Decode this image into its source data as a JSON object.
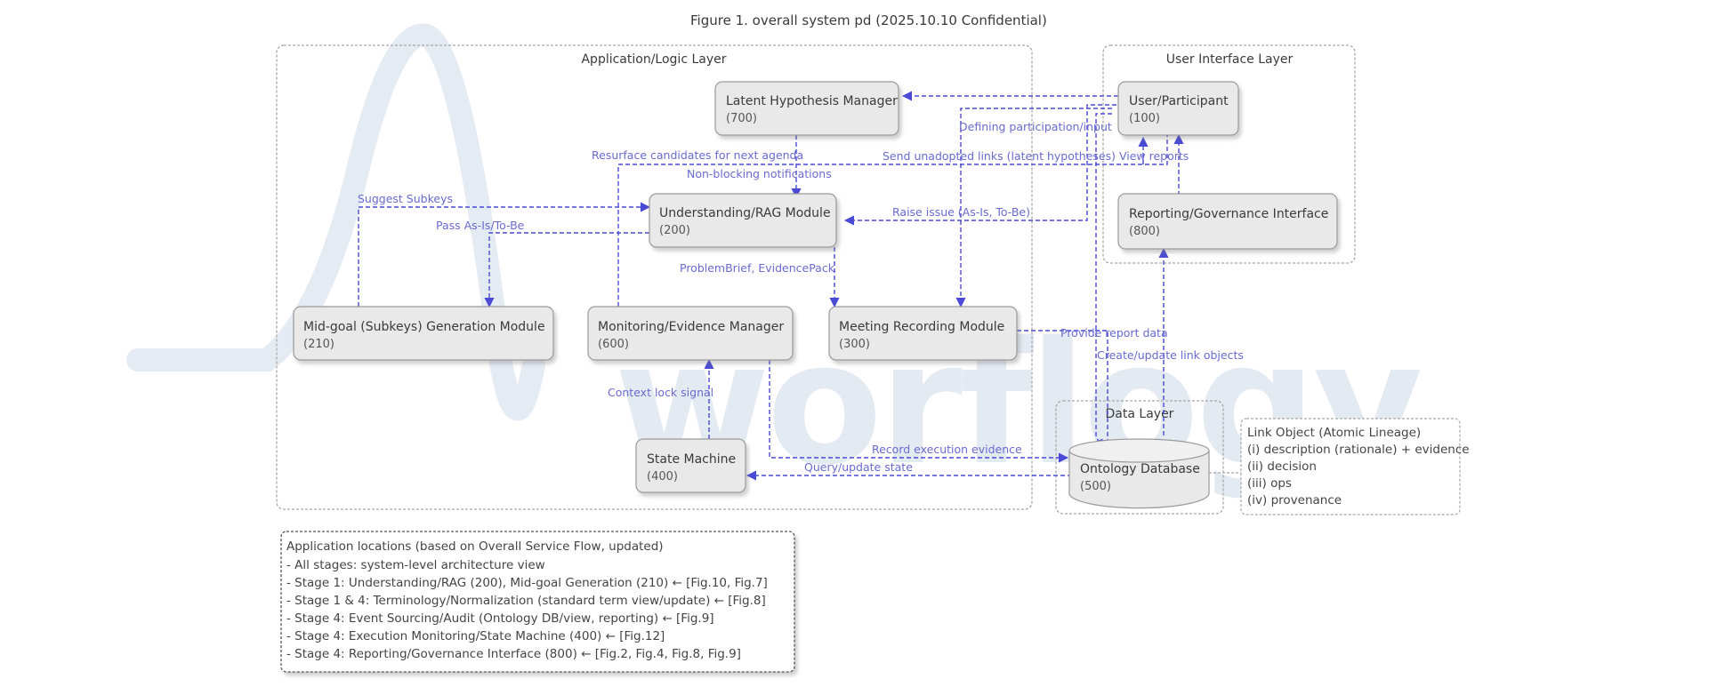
{
  "figure": {
    "title": "Figure 1. overall system pd (2025.10.10 Confidential)"
  },
  "watermark": {
    "text": "worflogy"
  },
  "layers": {
    "application": "Application/Logic Layer",
    "ui": "User Interface Layer",
    "data": "Data Layer"
  },
  "nodes": {
    "latent": {
      "name": "Latent Hypothesis Manager",
      "num": "(700)"
    },
    "user": {
      "name": "User/Participant",
      "num": "(100)"
    },
    "understanding": {
      "name": "Understanding/RAG Module",
      "num": "(200)"
    },
    "reporting": {
      "name": "Reporting/Governance Interface",
      "num": "(800)"
    },
    "midgoal": {
      "name": "Mid-goal (Subkeys) Generation Module",
      "num": "(210)"
    },
    "monitoring": {
      "name": "Monitoring/Evidence Manager",
      "num": "(600)"
    },
    "meeting": {
      "name": "Meeting Recording Module",
      "num": "(300)"
    },
    "state": {
      "name": "State Machine",
      "num": "(400)"
    },
    "ontology": {
      "name": "Ontology Database",
      "num": "(500)"
    }
  },
  "edges": {
    "resurface": "Resurface candidates for next agenda",
    "nonblocking": "Non-blocking notifications",
    "defining": "Defining participation/input",
    "send_unadopted": "Send unadopted links (latent hypotheses) View reports",
    "suggest": "Suggest Subkeys",
    "pass": "Pass As-Is/To-Be",
    "raise": "Raise issue (As-Is, To-Be)",
    "problembrief": "ProblemBrief, EvidencePack",
    "provide_report": "Provide report data",
    "create_update": "Create/update link objects",
    "context_lock": "Context lock signal",
    "record_exec": "Record execution evidence",
    "query_update": "Query/update state"
  },
  "link_object": {
    "title": "Link Object (Atomic Lineage)",
    "items": [
      "(i) description (rationale) + evidence",
      "(ii) decision",
      "(iii) ops",
      "(iv) provenance"
    ]
  },
  "notes": {
    "header": "Application locations (based on Overall Service Flow, updated)",
    "lines": [
      "- All stages: system-level architecture view",
      "- Stage 1: Understanding/RAG (200), Mid-goal Generation (210) ← [Fig.10, Fig.7]",
      "- Stage 1 & 4: Terminology/Normalization (standard term view/update) ← [Fig.8]",
      "- Stage 4: Event Sourcing/Audit (Ontology DB/view, reporting) ← [Fig.9]",
      "- Stage 4: Execution Monitoring/State Machine (400) ← [Fig.12]",
      "- Stage 4: Reporting/Governance Interface (800) ← [Fig.2, Fig.4, Fig.8, Fig.9]"
    ]
  },
  "colors": {
    "arrow": "#4a4ad6",
    "node_fill": "#e9e9e9",
    "node_stroke": "#9a9a9a",
    "layer_stroke": "#a8a8a8",
    "watermark": "#dbe3ee"
  }
}
